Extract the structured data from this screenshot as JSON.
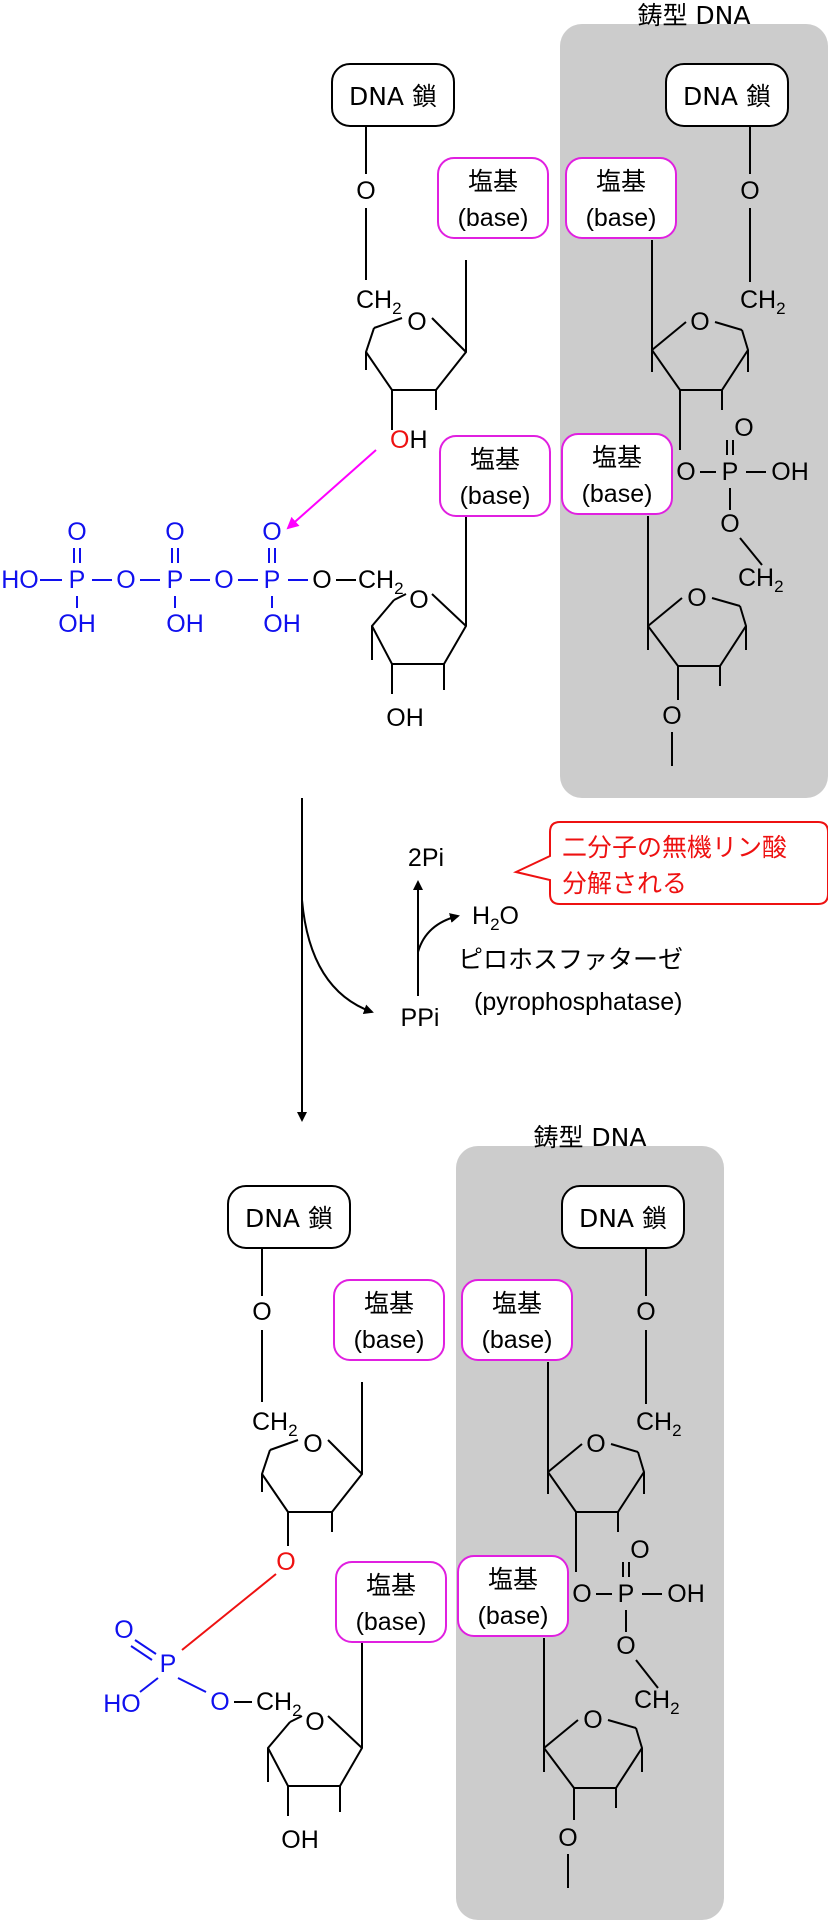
{
  "template_label": "鋳型 DNA",
  "dna_strand_label": "DNA 鎖",
  "base_label_jp": "塩基",
  "base_label_en": "(base)",
  "atoms": {
    "o": "O",
    "p": "P",
    "oh": "OH",
    "ho": "HO",
    "ch": "CH",
    "sub2": "2",
    "h": "H"
  },
  "reaction": {
    "two_pi": "2Pi",
    "ppi": "PPi",
    "water_h": "H",
    "water_sub": "2",
    "water_o": "O",
    "enzyme_jp": "ピロホスファターゼ",
    "enzyme_en": "(pyrophosphatase)"
  },
  "callout": {
    "line1": "二分子の無機リン酸",
    "line2": "分解される"
  },
  "colors": {
    "background": "#ffffff",
    "template_panel": "#cccccc",
    "phosphate": "#1010ee",
    "highlight": "#ee1111",
    "base_box": "#e020e0",
    "attack_arrow": "#ff00ff"
  }
}
